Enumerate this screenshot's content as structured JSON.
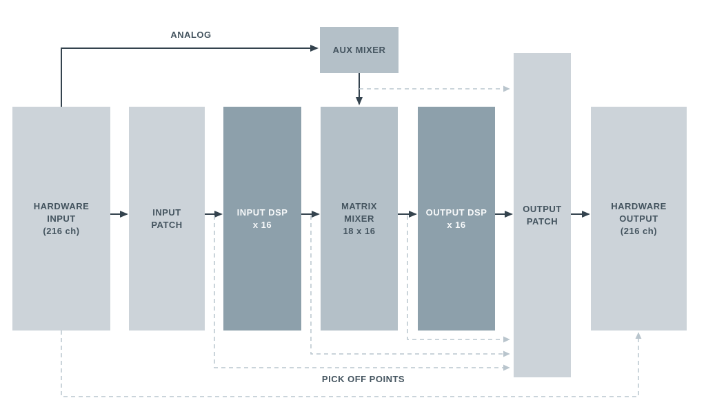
{
  "colors": {
    "box_light": "#ccd3d9",
    "box_medium": "#b4c0c8",
    "box_dark": "#8da0ab",
    "line_dark": "#34434e",
    "line_dashed": "#b9c5cd",
    "text_dark": "#44545f",
    "text_light": "#f7f9fa",
    "background": "#ffffff"
  },
  "labels": {
    "analog": "ANALOG",
    "pick_off_points": "PICK OFF POINTS"
  },
  "blocks": {
    "hardware_input": {
      "label": "HARDWARE\nINPUT\n(216 ch)"
    },
    "input_patch": {
      "label": "INPUT\nPATCH"
    },
    "input_dsp": {
      "label": "INPUT DSP\nx 16"
    },
    "matrix_mixer": {
      "label": "MATRIX\nMIXER\n18 x 16"
    },
    "output_dsp": {
      "label": "OUTPUT DSP\nx 16"
    },
    "output_patch": {
      "label": "OUTPUT\nPATCH"
    },
    "hardware_output": {
      "label": "HARDWARE\nOUTPUT\n(216 ch)"
    },
    "aux_mixer": {
      "label": "AUX MIXER"
    }
  },
  "connections": [
    {
      "from": "hardware_input",
      "to": "input_patch",
      "style": "solid-arrow"
    },
    {
      "from": "input_patch",
      "to": "input_dsp",
      "style": "solid-arrow"
    },
    {
      "from": "input_dsp",
      "to": "matrix_mixer",
      "style": "solid-arrow"
    },
    {
      "from": "matrix_mixer",
      "to": "output_dsp",
      "style": "solid-arrow"
    },
    {
      "from": "output_dsp",
      "to": "output_patch",
      "style": "solid-arrow"
    },
    {
      "from": "output_patch",
      "to": "hardware_output",
      "style": "solid-arrow"
    },
    {
      "from": "hardware_input",
      "to": "aux_mixer",
      "style": "solid-arrow",
      "label": "ANALOG"
    },
    {
      "from": "aux_mixer",
      "to": "matrix_mixer",
      "style": "solid-arrow"
    },
    {
      "from": "aux_mixer",
      "to": "output_patch",
      "style": "dashed-arrow"
    },
    {
      "from": "input_patch/input_dsp junction",
      "to": "output_patch",
      "style": "dashed-arrow"
    },
    {
      "from": "input_dsp/matrix_mixer junction",
      "to": "output_patch",
      "style": "dashed-arrow"
    },
    {
      "from": "matrix_mixer/output_dsp junction",
      "to": "output_patch",
      "style": "dashed-arrow"
    },
    {
      "from": "hardware_input",
      "to": "hardware_output",
      "style": "dashed-arrow",
      "label": "PICK OFF POINTS"
    }
  ]
}
